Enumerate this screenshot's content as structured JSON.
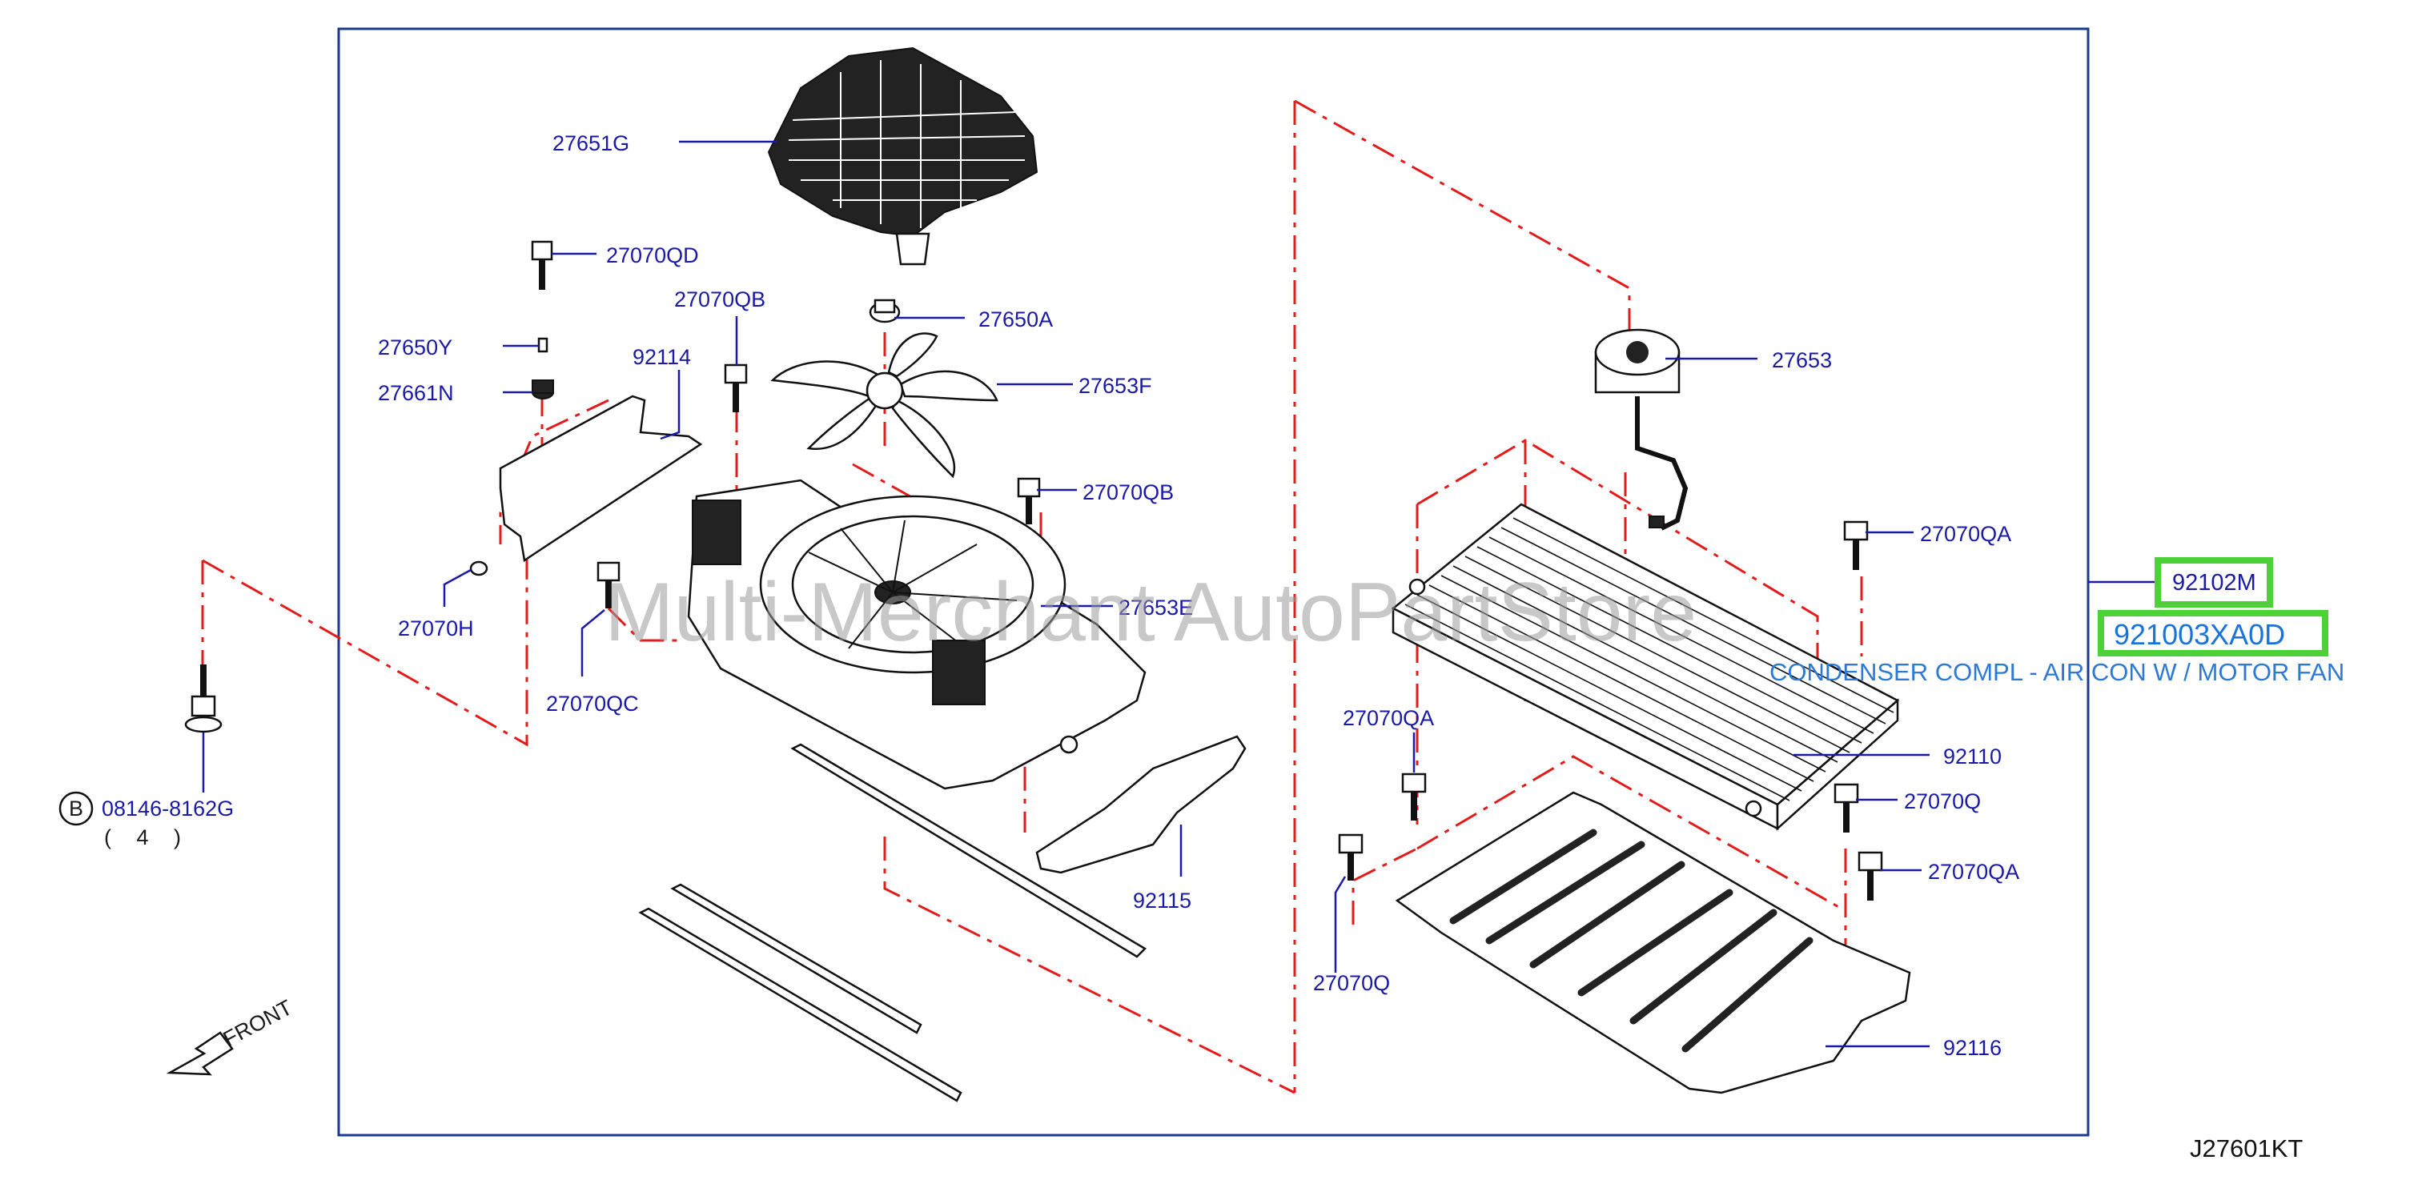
{
  "diagram_code": "J27601KT",
  "watermark": "Multi-Merchant AutoPartStore",
  "front_label": "FRONT",
  "bolt_ref": {
    "marker": "B",
    "part": "08146-8162G",
    "quantity": "( 4 )"
  },
  "highlight": {
    "assembly_label": "92102M",
    "selected_part": "921003XA0D",
    "description": "CONDENSER COMPL - AIR CON W / MOTOR FAN",
    "color": "#4cd137"
  },
  "callouts": [
    {
      "id": "c1",
      "label": "27651G"
    },
    {
      "id": "c2",
      "label": "27070QD"
    },
    {
      "id": "c3",
      "label": "27070QB"
    },
    {
      "id": "c4",
      "label": "27650A"
    },
    {
      "id": "c5",
      "label": "27650Y"
    },
    {
      "id": "c6",
      "label": "92114"
    },
    {
      "id": "c7",
      "label": "27661N"
    },
    {
      "id": "c8",
      "label": "27653F"
    },
    {
      "id": "c9",
      "label": "27070QB"
    },
    {
      "id": "c10",
      "label": "27653E"
    },
    {
      "id": "c11",
      "label": "27070H"
    },
    {
      "id": "c12",
      "label": "27070QC"
    },
    {
      "id": "c13",
      "label": "92115"
    },
    {
      "id": "c14",
      "label": "27653"
    },
    {
      "id": "c15",
      "label": "27070QA"
    },
    {
      "id": "c16",
      "label": "27070QA"
    },
    {
      "id": "c17",
      "label": "92110"
    },
    {
      "id": "c18",
      "label": "27070Q"
    },
    {
      "id": "c19",
      "label": "27070QA"
    },
    {
      "id": "c20",
      "label": "27070Q"
    },
    {
      "id": "c21",
      "label": "92116"
    }
  ],
  "colors": {
    "frame": "#1a3a8f",
    "callout_text": "#1a1aa6",
    "dash_line": "#e21b1b",
    "description_text": "#2d79d6"
  }
}
